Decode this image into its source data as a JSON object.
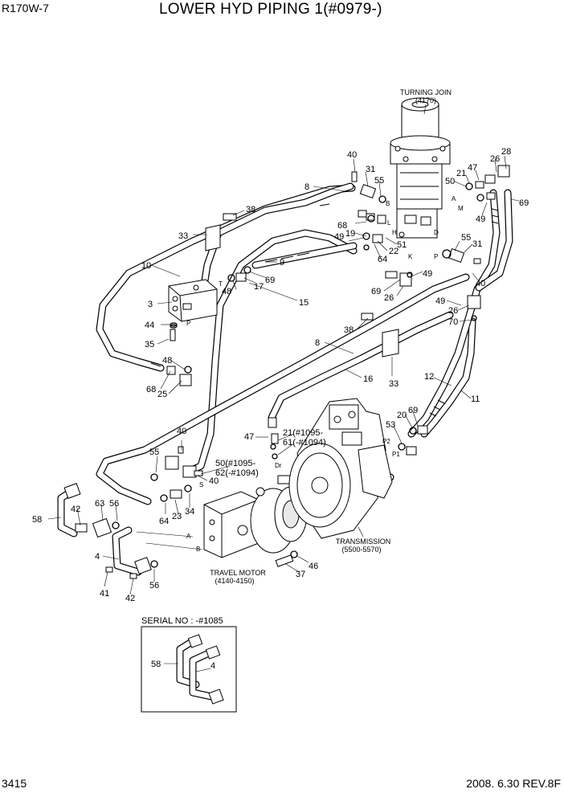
{
  "header": {
    "model": "R170W-7",
    "title": "LOWER HYD PIPING 1(#0979-)"
  },
  "footer": {
    "page_number": "3415",
    "revision": "2008. 6.30  REV.8F"
  },
  "components": {
    "turning_joint": [
      "TURNING JOIN",
      "(4170)"
    ],
    "travel_motor": [
      "TRAVEL MOTOR",
      "(4140-4150)"
    ],
    "transmission": [
      "TRANSMISSION",
      "(5500-5570)"
    ]
  },
  "inset": {
    "label": "SERIAL NO : -#1085"
  },
  "callouts": {
    "c40a": "40",
    "c31a": "31",
    "c55a": "55",
    "c8a": "8",
    "c38a": "38",
    "c33a": "33",
    "c10": "10",
    "c68a": "68",
    "c19": "19",
    "c49a": "49",
    "c64a": "64",
    "c22": "22",
    "c51": "51",
    "c9": "9",
    "c48a": "48",
    "c17": "17",
    "c69a": "69",
    "c3": "3",
    "c15": "15",
    "c69b": "69",
    "c26a": "26",
    "c49b": "49",
    "c44": "44",
    "c35": "35",
    "c48b": "48",
    "c68b": "68",
    "c25": "25",
    "c38b": "38",
    "c8b": "8",
    "c16": "16",
    "c33b": "33",
    "c26b": "26",
    "c28": "28",
    "c21a": "21",
    "c47a": "47",
    "c50": "50",
    "c69c": "69",
    "c49c": "49",
    "c55b": "55",
    "c31b": "31",
    "c40b": "40",
    "c49d": "49",
    "c26c": "26",
    "c70": "70",
    "c12": "12",
    "c11": "11",
    "c20": "20",
    "c69d": "69",
    "c53": "53",
    "c47b": "47",
    "c21b": "21(#1095-",
    "c61": "61(-#1094)",
    "c50b": "50(#1095-",
    "c62": "62(-#1094)",
    "c40c": "40",
    "c40d": "40",
    "c55c": "55",
    "c58a": "58",
    "c42a": "42",
    "c63": "63",
    "c56a": "56",
    "c64b": "64",
    "c23": "23",
    "c34": "34",
    "c4a": "4",
    "c41": "41",
    "c42b": "42",
    "c56b": "56",
    "c37": "37",
    "c46": "46",
    "c58b": "58",
    "c4b": "4"
  },
  "port_letters": {
    "A1": "A",
    "B1": "B",
    "M": "M",
    "L": "L",
    "H": "H",
    "D": "D",
    "K": "K",
    "P1": "P",
    "T": "T",
    "P2": "P",
    "S": "S",
    "Dr": "Dr",
    "A2": "A",
    "B2": "B",
    "P1b": "P1",
    "P2b": "P2"
  }
}
